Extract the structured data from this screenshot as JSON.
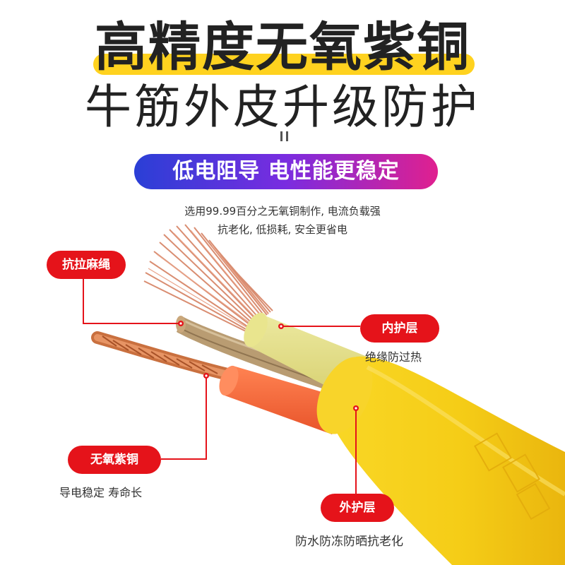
{
  "header": {
    "title": "高精度无氧紫铜",
    "subtitle": "牛筋外皮升级防护"
  },
  "banner": {
    "text": "低电阻导 电性能更稳定"
  },
  "description": {
    "line1": "选用99.99百分之无氧铜制作, 电流负载强",
    "line2": "抗老化, 低损耗, 安全更省电"
  },
  "callouts": {
    "rope": {
      "label": "抗拉麻绳"
    },
    "inner": {
      "label": "内护层",
      "note": "绝缘防过热"
    },
    "copper": {
      "label": "无氧紫铜",
      "note": "导电稳定 寿命长"
    },
    "outer": {
      "label": "外护层",
      "note": "防水防冻防晒抗老化"
    }
  },
  "colors": {
    "highlight": "#ffd21f",
    "callout_red": "#e5131a",
    "cable_yellow": "#f5cd17",
    "inner_sheath": "#e7e28a",
    "core_orange": "#f26a3a",
    "copper": "#d7876a",
    "jute": "#b99c72"
  }
}
